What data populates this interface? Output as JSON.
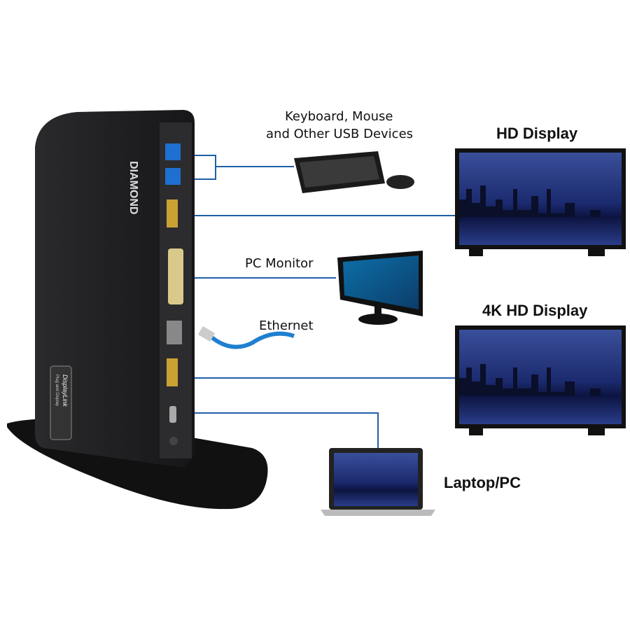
{
  "labels": {
    "usb_line1": "Keyboard, Mouse",
    "usb_line2": "and Other USB Devices",
    "hd_display": "HD Display",
    "pc_monitor": "PC Monitor",
    "ethernet": "Ethernet",
    "4k_display": "4K HD Display",
    "laptop": "Laptop/PC"
  },
  "dock": {
    "brand": "DIAMOND",
    "badge_line1": "DisplayLink",
    "badge_line2": "Plug and Display"
  },
  "colors": {
    "connector_line": "#1f5fa8",
    "dock_body": "#1c1c1e",
    "screen": "#1a2a6a"
  }
}
